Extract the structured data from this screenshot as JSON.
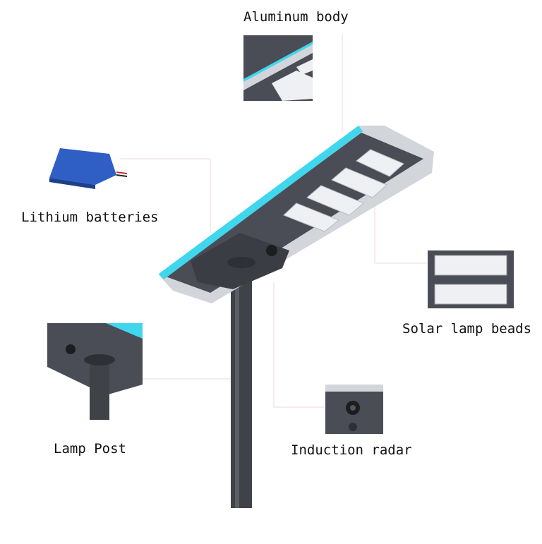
{
  "labels": {
    "aluminum_body": "Aluminum body",
    "lithium_batteries": "Lithium batteries",
    "solar_lamp_beads": "Solar lamp beads",
    "lamp_post": "Lamp Post",
    "induction_radar": "Induction radar"
  },
  "colors": {
    "accent_strip": "#3fd6ee",
    "housing": "#4a4d55",
    "frame": "#c9ccd1",
    "battery": "#2f5fc4",
    "leader_line": "#ecd9dc"
  }
}
